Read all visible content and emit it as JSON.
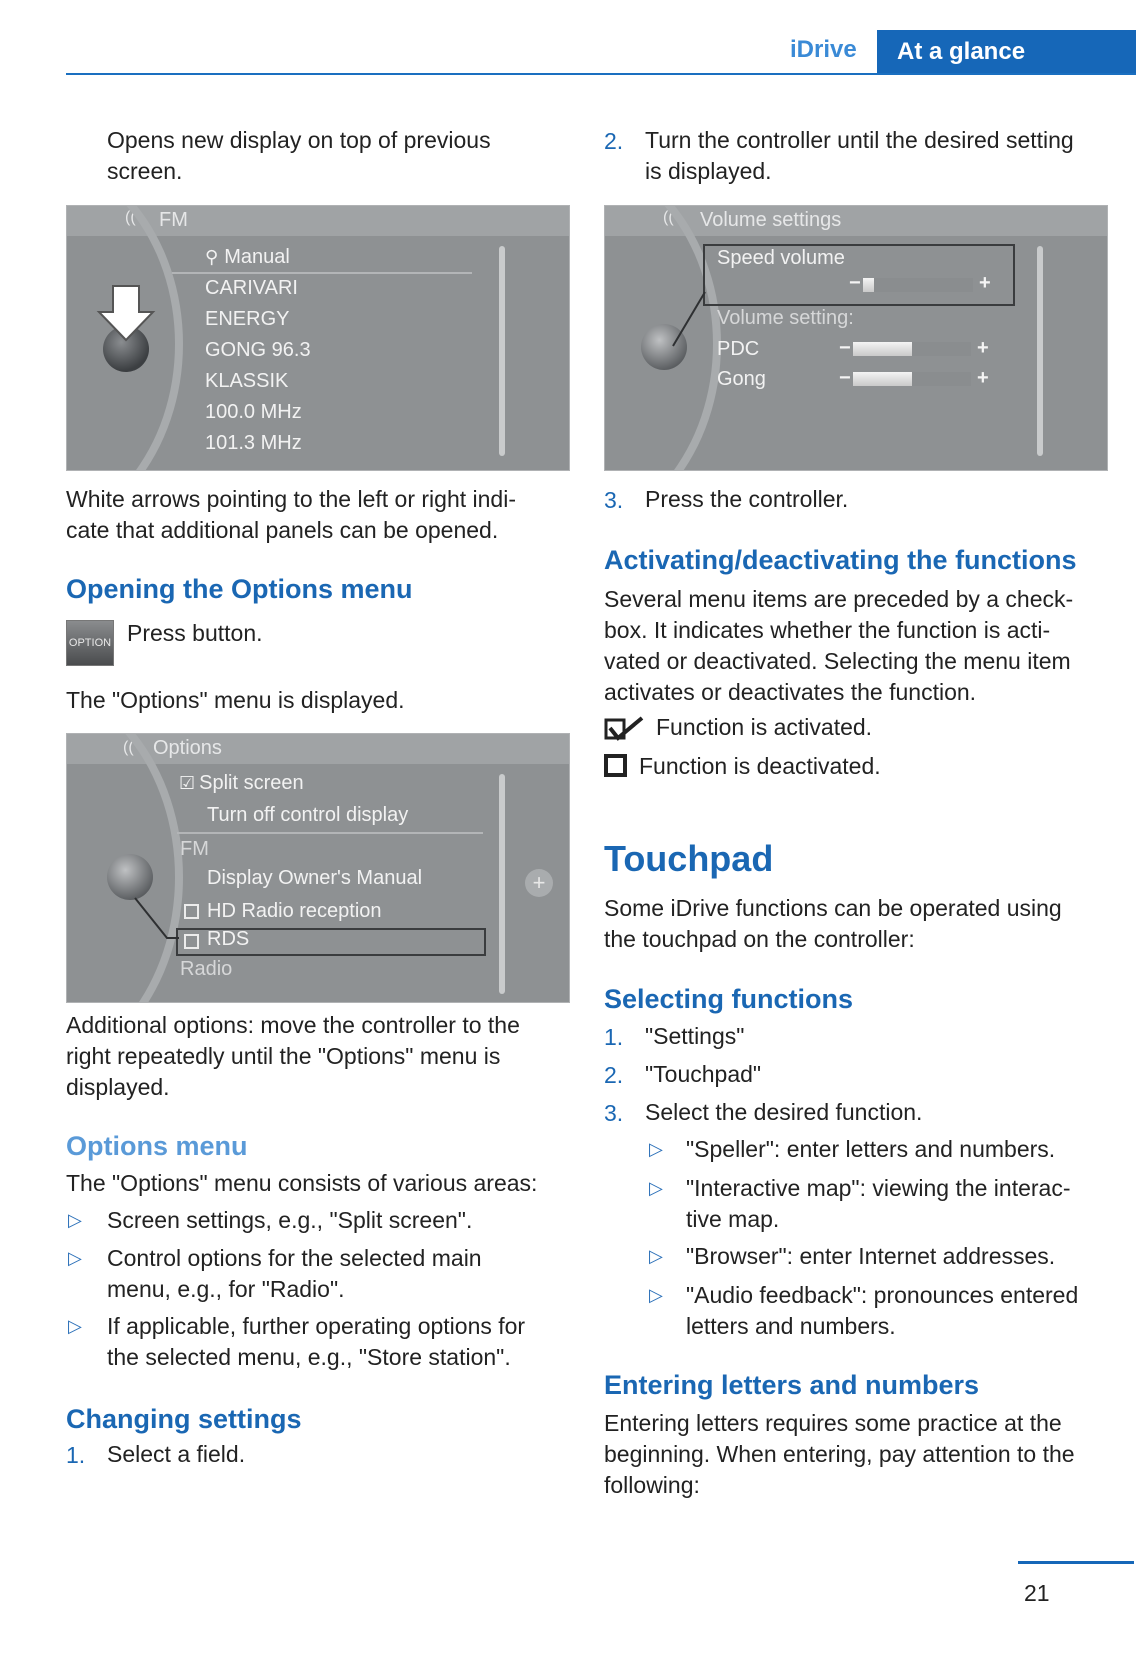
{
  "header": {
    "section": "iDrive",
    "chapter": "At a glance"
  },
  "left": {
    "intro": [
      "Opens new display on top of previous",
      "screen."
    ],
    "fm_screen": {
      "title": "FM",
      "items": [
        "Manual",
        "CARIVARI",
        "ENERGY",
        "GONG 96.3",
        "KLASSIK",
        "100.0 MHz",
        "101.3 MHz"
      ]
    },
    "arrows_text": [
      "White arrows pointing to the left or right indi-",
      "cate that additional panels can be opened."
    ],
    "opening_heading": "Opening the Options menu",
    "option_button_label": "OPTION",
    "press_button": "Press button.",
    "options_displayed": "The \"Options\" menu is displayed.",
    "options_screen": {
      "title": "Options",
      "split_screen": "Split screen",
      "turn_off": "Turn off control display",
      "fm": "FM",
      "owners_manual": "Display Owner's Manual",
      "hd_radio": "HD Radio reception",
      "rds": "RDS",
      "radio": "Radio"
    },
    "additional": [
      "Additional options: move the controller to the",
      "right repeatedly until the \"Options\" menu is",
      "displayed."
    ],
    "options_menu_heading": "Options menu",
    "options_menu_intro": "The \"Options\" menu consists of various areas:",
    "options_bullets": [
      [
        "Screen settings, e.g., \"Split screen\"."
      ],
      [
        "Control options for the selected main",
        "menu, e.g., for \"Radio\"."
      ],
      [
        "If applicable, further operating options for",
        "the selected menu, e.g., \"Store station\"."
      ]
    ],
    "changing_heading": "Changing settings",
    "changing_step1_num": "1.",
    "changing_step1": "Select a field."
  },
  "right": {
    "step2_num": "2.",
    "step2": [
      "Turn the controller until the desired setting",
      "is displayed."
    ],
    "volume_screen": {
      "title": "Volume settings",
      "speed_volume": "Speed volume",
      "volume_setting": "Volume setting:",
      "pdc": "PDC",
      "gong": "Gong",
      "minus": "−",
      "plus": "+",
      "speed_level": 0.1,
      "pdc_level": 0.5,
      "gong_level": 0.5
    },
    "step3_num": "3.",
    "step3": "Press the controller.",
    "activating_heading": "Activating/deactivating the functions",
    "activating_text": [
      "Several menu items are preceded by a check-",
      "box. It indicates whether the function is acti-",
      "vated or deactivated. Selecting the menu item",
      "activates or deactivates the function."
    ],
    "activated": "Function is activated.",
    "deactivated": "Function is deactivated.",
    "touchpad_heading": "Touchpad",
    "touchpad_text": [
      "Some iDrive functions can be operated using",
      "the touchpad on the controller:"
    ],
    "selecting_heading": "Selecting functions",
    "selecting_steps": [
      {
        "num": "1.",
        "text": "\"Settings\""
      },
      {
        "num": "2.",
        "text": "\"Touchpad\""
      },
      {
        "num": "3.",
        "text": "Select the desired function."
      }
    ],
    "selecting_bullets": [
      [
        "\"Speller\": enter letters and numbers."
      ],
      [
        "\"Interactive map\": viewing the interac-",
        "tive map."
      ],
      [
        "\"Browser\": enter Internet addresses."
      ],
      [
        "\"Audio feedback\": pronounces entered",
        "letters and numbers."
      ]
    ],
    "entering_heading": "Entering letters and numbers",
    "entering_text": [
      "Entering letters requires some practice at the",
      "beginning. When entering, pay attention to the",
      "following:"
    ]
  },
  "page_number": "21",
  "bullet_glyph": "▷"
}
